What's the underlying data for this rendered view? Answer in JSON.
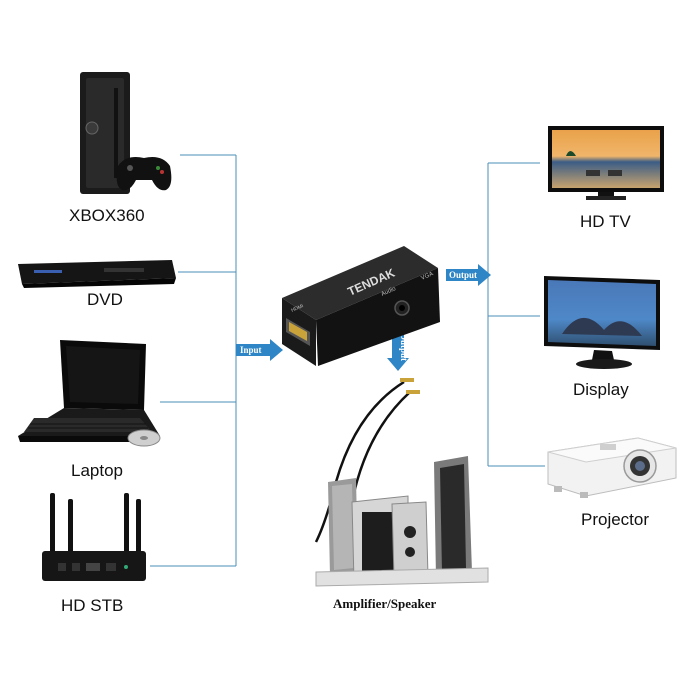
{
  "sources": [
    {
      "id": "xbox",
      "label": "XBOX360",
      "icon": "game-console-icon"
    },
    {
      "id": "dvd",
      "label": "DVD",
      "icon": "dvd-player-icon"
    },
    {
      "id": "laptop",
      "label": "Laptop",
      "icon": "laptop-icon"
    },
    {
      "id": "stb",
      "label": "HD STB",
      "icon": "router-icon"
    }
  ],
  "outputs": [
    {
      "id": "tv",
      "label": "HD TV",
      "icon": "tv-icon"
    },
    {
      "id": "display",
      "label": "Display",
      "icon": "monitor-icon"
    },
    {
      "id": "projector",
      "label": "Projector",
      "icon": "projector-icon"
    }
  ],
  "adapter": {
    "brand": "TENDAK",
    "port_hdmi": "HDMI",
    "port_vga": "VGA",
    "port_audio": "Audio",
    "icon": "hdmi-vga-adapter-icon"
  },
  "arrows": {
    "input": "Input",
    "output_right": "Output",
    "output_down": "Output"
  },
  "audio": {
    "label": "Amplifier/Speaker",
    "icon": "speaker-system-icon"
  },
  "colors": {
    "line": "#4a8fb8",
    "arrow": "#2f86c6"
  }
}
